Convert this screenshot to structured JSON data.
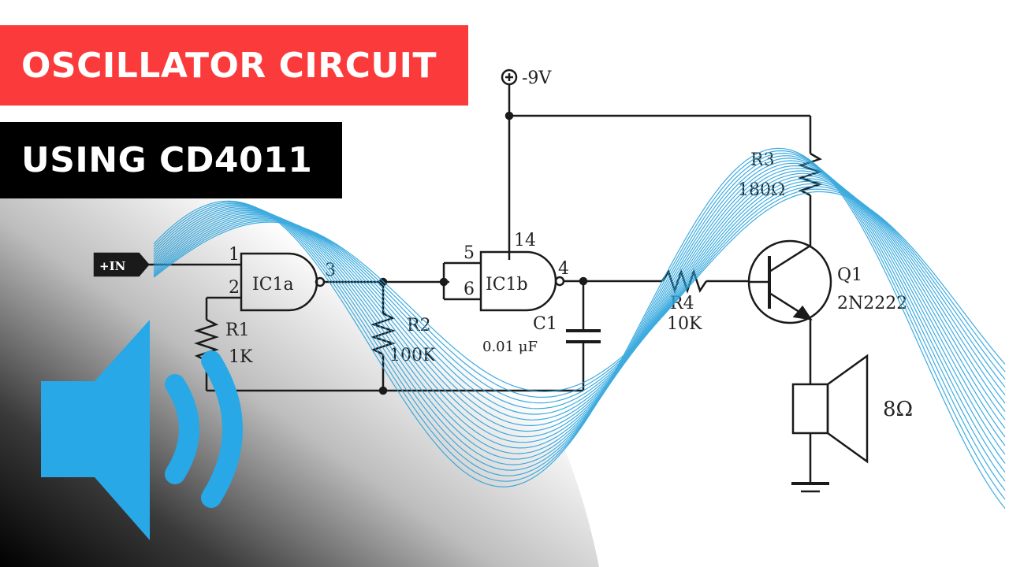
{
  "banners": {
    "title": "OSCILLATOR CIRCUIT",
    "subtitle": "USING CD4011"
  },
  "schematic": {
    "supply": "-9V",
    "input_tag": "+IN",
    "gates": {
      "ic1a": "IC1a",
      "ic1b": "IC1b"
    },
    "pins": {
      "p1": "1",
      "p2": "2",
      "p3": "3",
      "p5": "5",
      "p6": "6",
      "p4": "4",
      "p14": "14"
    },
    "r1": {
      "name": "R1",
      "value": "1K"
    },
    "r2": {
      "name": "R2",
      "value": "100K"
    },
    "c1": {
      "name": "C1",
      "value": "0.01 μF"
    },
    "r3": {
      "name": "R3",
      "value": "180Ω"
    },
    "r4": {
      "name": "R4",
      "value": "10K"
    },
    "q1": {
      "name": "Q1",
      "part": "2N2222"
    },
    "speaker": {
      "value": "8Ω"
    }
  },
  "colors": {
    "banner_red": "#fb3b3b",
    "banner_black": "#000000",
    "wave_blue": "#2aa3dc",
    "speaker_icon": "#28a8e6",
    "wire": "#1a1a1a"
  },
  "icons": [
    "speaker-sound-icon",
    "sine-wave-lines"
  ]
}
